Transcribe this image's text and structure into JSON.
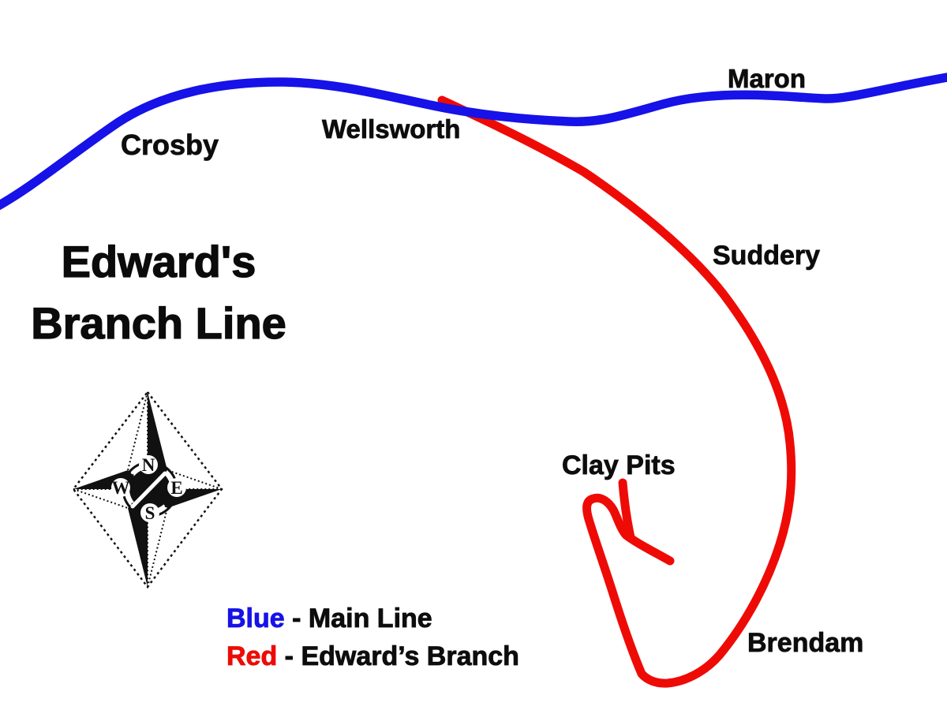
{
  "title": {
    "line1": "Edward's",
    "line2": "Branch Line"
  },
  "stations": [
    {
      "name": "Crosby"
    },
    {
      "name": "Wellsworth"
    },
    {
      "name": "Maron"
    },
    {
      "name": "Suddery"
    },
    {
      "name": "Clay Pits"
    },
    {
      "name": "Brendam"
    }
  ],
  "legend": {
    "entries": [
      {
        "term": "Blue",
        "separator": " - ",
        "label": "Main Line"
      },
      {
        "term": "Red",
        "separator": " - ",
        "label": "Edward’s Branch"
      }
    ]
  },
  "compass": {
    "north": "N",
    "east": "E",
    "south": "S",
    "west": "W"
  },
  "colors": {
    "main_line": "#1612e8",
    "branch_line": "#ee0b06",
    "text": "#0d0d0d",
    "background": "#ffffff"
  }
}
